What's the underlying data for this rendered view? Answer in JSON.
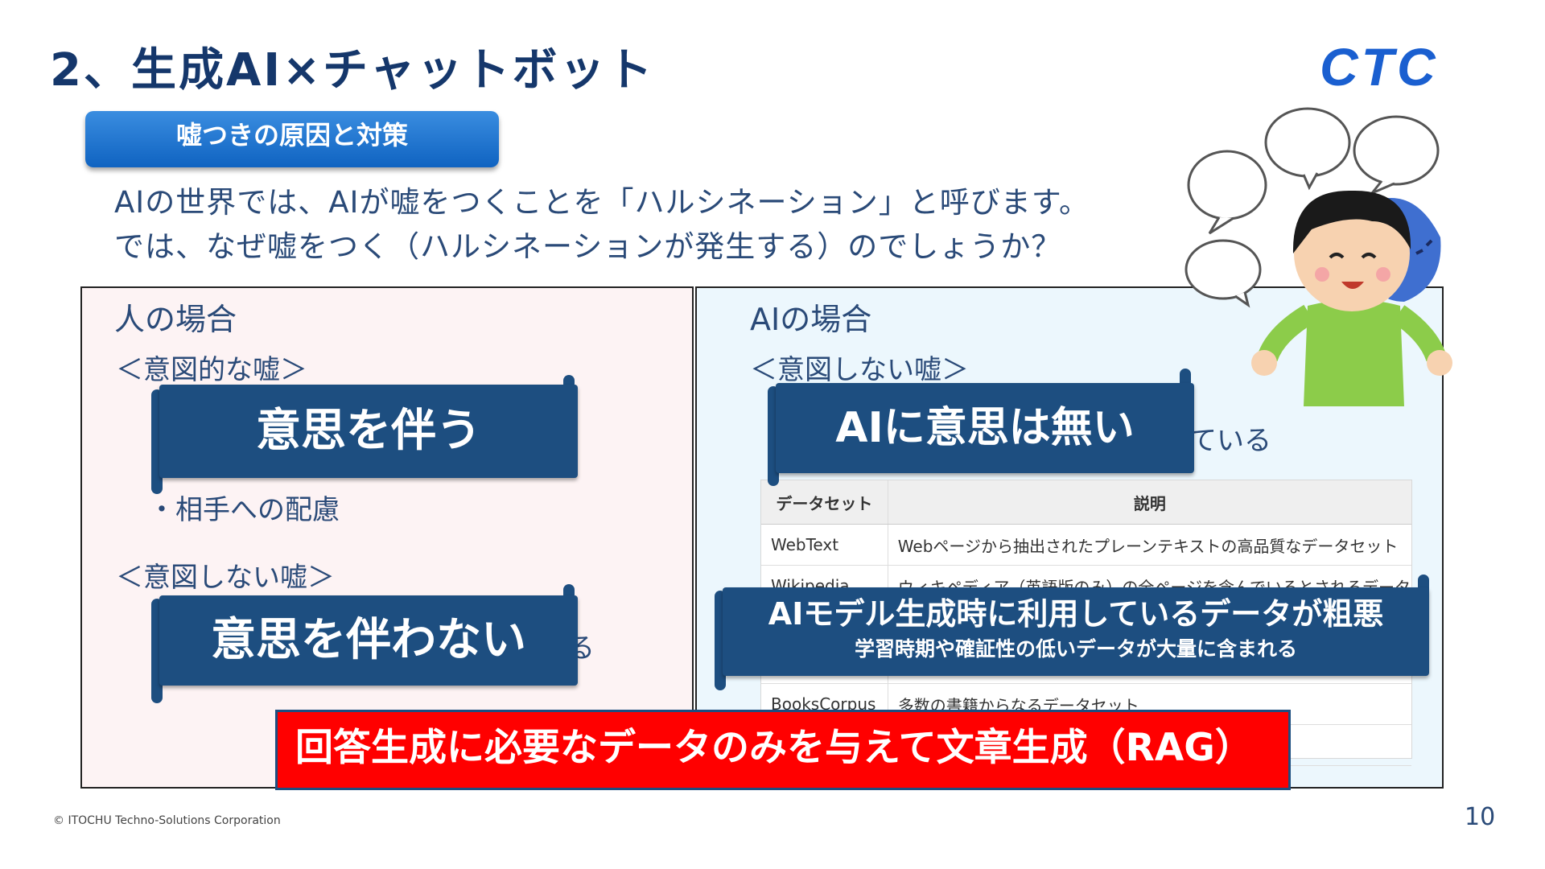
{
  "header": {
    "title": "2、生成AI×チャットボット",
    "logo_text": "CTC"
  },
  "badge": "嘘つきの原因と対策",
  "intro": {
    "line1": "AIの世界では、AIが嘘をつくことを「ハルシネーション」と呼びます。",
    "line2": "では、なぜ嘘をつく（ハルシネーションが発生する）のでしょうか？"
  },
  "left_panel": {
    "heading": "人の場合",
    "intentional_heading": "＜意図的な嘘＞",
    "bullet_visible": "・相手への配慮",
    "unintentional_heading": "＜意図しない嘘＞",
    "partial_fragment": "る",
    "banner_top": "意思を伴う",
    "banner_bottom": "意思を伴わない"
  },
  "right_panel": {
    "heading": "AIの場合",
    "unintentional_heading": "＜意図しない嘘＞",
    "partial_fragment": "ている",
    "banner_top": "AIに意思は無い",
    "banner_mid_line1": "AIモデル生成時に利用しているデータが粗悪",
    "banner_mid_line2": "学習時期や確証性の低いデータが大量に含まれる"
  },
  "dataset_table": {
    "headers": [
      "データセット",
      "説明"
    ],
    "rows": [
      {
        "name": "WebText",
        "desc": "Webページから抽出されたプレーンテキストの高品質なデータセット"
      },
      {
        "name": "Wikipedia",
        "desc": "ウィキペディア（英語版のみ）の全ページを含んでいるとされるデータ"
      },
      {
        "name": "BooksCorpus",
        "desc": "多数の書籍からなるデータセット"
      }
    ]
  },
  "rag_banner": "回答生成に必要なデータのみを与えて文章生成（RAG）",
  "footer": {
    "copyright": "© ITOCHU Techno-Solutions Corporation",
    "page_number": "10"
  },
  "colors": {
    "navy": "#15376b",
    "banner": "#1d4e80",
    "badge": "#1a74d1",
    "rag_red": "#ff0000",
    "logo_blue": "#1a5fd0"
  },
  "icons": [
    "speech-bubble-icon",
    "person-illustration",
    "robot-face-illustration"
  ]
}
